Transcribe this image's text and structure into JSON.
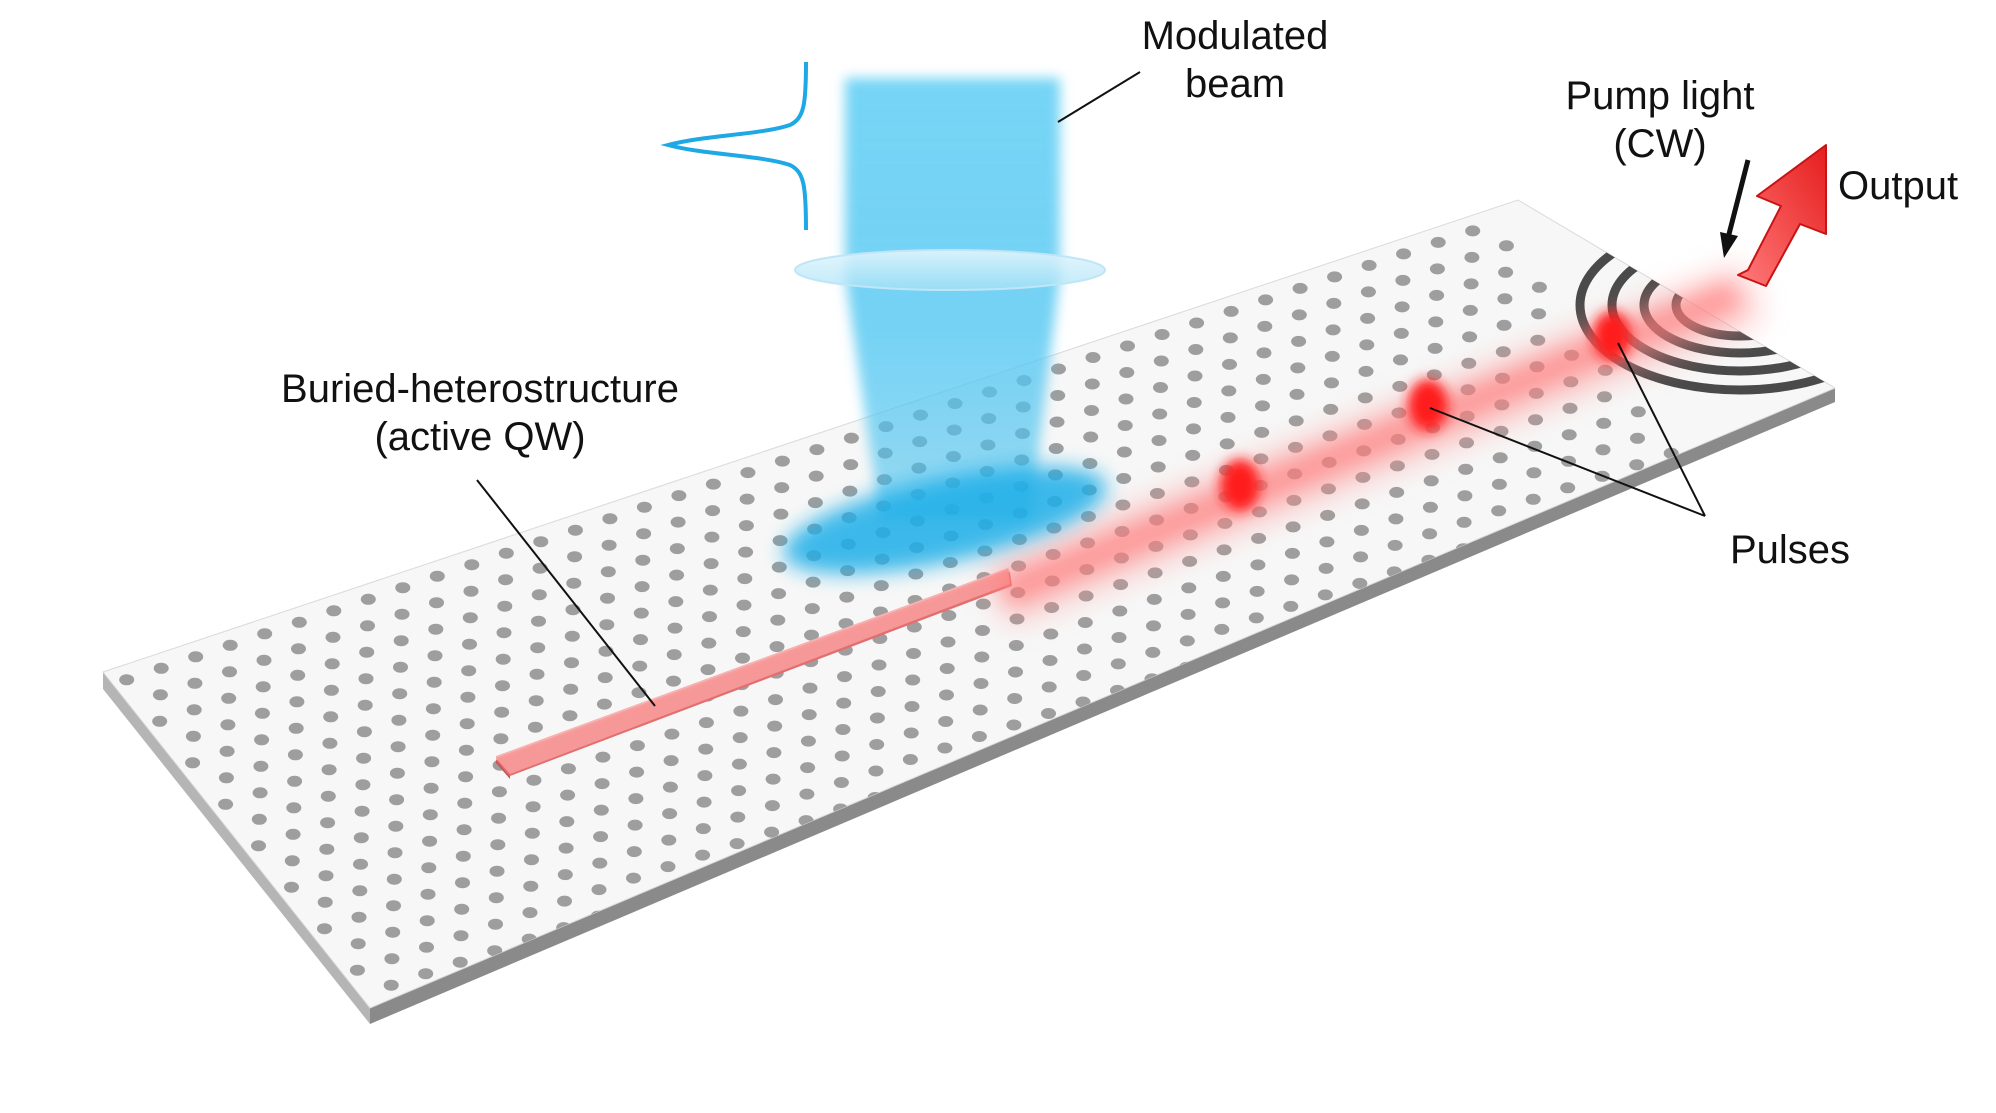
{
  "labels": {
    "modulated_beam": [
      "Modulated",
      "beam"
    ],
    "pump_light": [
      "Pump light",
      "(CW)"
    ],
    "output": "Output",
    "buried_heterostructure": [
      "Buried-heterostructure",
      "(active QW)"
    ],
    "pulses": "Pulses"
  },
  "colors": {
    "slab_top": "#f7f7f7",
    "slab_edge": "#8a8a8a",
    "hole": "#8e8e8e",
    "beam": "#6fd3f5",
    "beam_spot": "#1eaee8",
    "active_region": "#f79a9a",
    "pulse": "#ff1a1a",
    "output_arrow": "#f23434",
    "leader_line": "#111111"
  },
  "icons": {
    "pump_arrow": "black-arrow-icon",
    "output_arrow": "red-block-arrow-icon",
    "pulse_profile": "gaussian-curve-icon"
  }
}
